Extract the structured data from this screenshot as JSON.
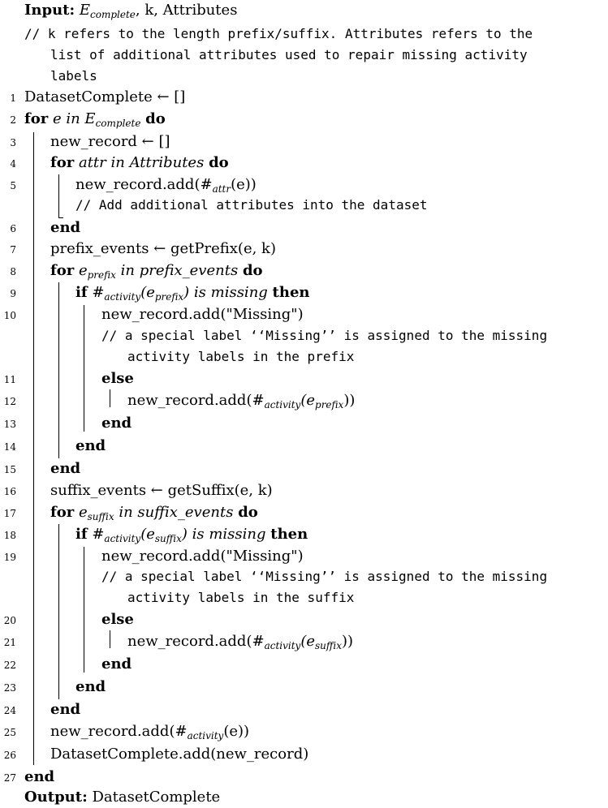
{
  "header": {
    "input_label": "Input:",
    "input_value_e": "E",
    "input_value_e_sub": "complete",
    "input_value_rest": ", k, Attributes",
    "comment_1": "// k refers to the length prefix/suffix.  Attributes refers to the",
    "comment_2": "list of additional attributes used to repair missing activity",
    "comment_3": "labels"
  },
  "lines": [
    {
      "n": "1",
      "text": "DatasetComplete ← []"
    },
    {
      "n": "2",
      "kw1": "for",
      "italic": "e in E",
      "sub": "complete",
      "kw2": "do"
    },
    {
      "n": "3",
      "text": "new_record ← []"
    },
    {
      "n": "4",
      "kw1": "for",
      "italic": "attr in Attributes",
      "kw2": "do"
    },
    {
      "n": "5",
      "pre": "new_record.add(#",
      "sub": "attr",
      "post": "(e))"
    },
    {
      "comment": "// Add additional attributes into the dataset"
    },
    {
      "n": "6",
      "kw1": "end"
    },
    {
      "n": "7",
      "text": "prefix_events ← getPrefix(e, k)"
    },
    {
      "n": "8",
      "kw1": "for",
      "italic": "e",
      "sub": "prefix",
      "italic2": " in prefix_events",
      "kw2": "do"
    },
    {
      "n": "9",
      "kw1": "if",
      "pre": "#",
      "sub": "activity",
      "mid": "(e",
      "sub2": "prefix",
      "italic": ") is missing",
      "kw2": "then"
    },
    {
      "n": "10",
      "text": "new_record.add(\"Missing\")"
    },
    {
      "comment": "// a special label ‘‘Missing’’ is assigned to the missing"
    },
    {
      "comment": "activity labels in the prefix"
    },
    {
      "n": "11",
      "kw1": "else"
    },
    {
      "n": "12",
      "pre": "new_record.add(#",
      "sub": "activity",
      "mid": "(e",
      "sub2": "prefix",
      "post": "))"
    },
    {
      "n": "13",
      "kw1": "end"
    },
    {
      "n": "14",
      "kw1": "end"
    },
    {
      "n": "15",
      "kw1": "end"
    },
    {
      "n": "16",
      "text": "suffix_events ← getSuffix(e, k)"
    },
    {
      "n": "17",
      "kw1": "for",
      "italic": "e",
      "sub": "suffix",
      "italic2": " in suffix_events",
      "kw2": "do"
    },
    {
      "n": "18",
      "kw1": "if",
      "pre": "#",
      "sub": "activity",
      "mid": "(e",
      "sub2": "suffix",
      "italic": ") is missing",
      "kw2": "then"
    },
    {
      "n": "19",
      "text": "new_record.add(\"Missing\")"
    },
    {
      "comment": "// a special label ‘‘Missing’’ is assigned to the missing"
    },
    {
      "comment": "activity labels in the suffix"
    },
    {
      "n": "20",
      "kw1": "else"
    },
    {
      "n": "21",
      "pre": "new_record.add(#",
      "sub": "activity",
      "mid": "(e",
      "sub2": "suffix",
      "post": "))"
    },
    {
      "n": "22",
      "kw1": "end"
    },
    {
      "n": "23",
      "kw1": "end"
    },
    {
      "n": "24",
      "kw1": "end"
    },
    {
      "n": "25",
      "pre": "new_record.add(#",
      "sub": "activity",
      "post": "(e))"
    },
    {
      "n": "26",
      "text": "DatasetComplete.add(new_record)"
    },
    {
      "n": "27",
      "kw1": "end"
    }
  ],
  "footer": {
    "output_label": "Output:",
    "output_value": "DatasetComplete"
  }
}
